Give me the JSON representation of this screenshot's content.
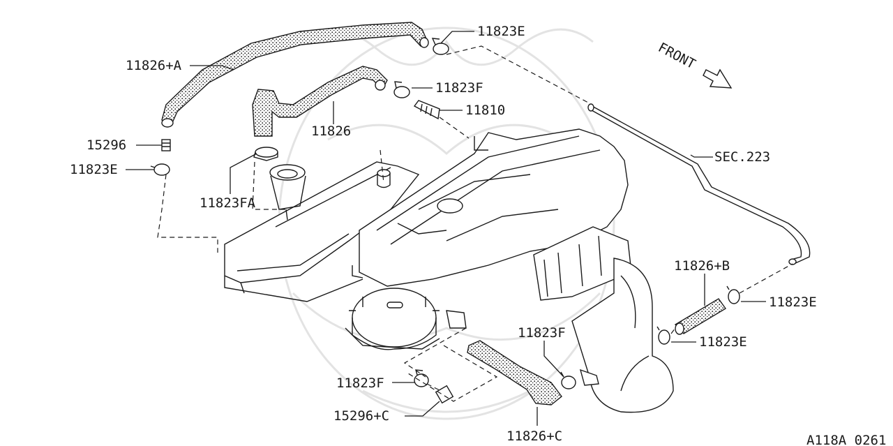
{
  "title": "",
  "front_label": "FRONT",
  "figure_code": "A118A 0261",
  "colors": {
    "line": "#1a1a1a",
    "background": "#ffffff",
    "watermark": "#e3e3e3"
  },
  "icons": {
    "front_arrow": "arrow-down-right-icon"
  },
  "callouts": [
    "11823E",
    "11826+A",
    "11823F",
    "11810",
    "11826",
    "15296",
    "11823E",
    "11823FA",
    "SEC.223",
    "11826+B",
    "11823E",
    "11823E",
    "11823F",
    "11823F",
    "15296+C",
    "11826+C"
  ]
}
